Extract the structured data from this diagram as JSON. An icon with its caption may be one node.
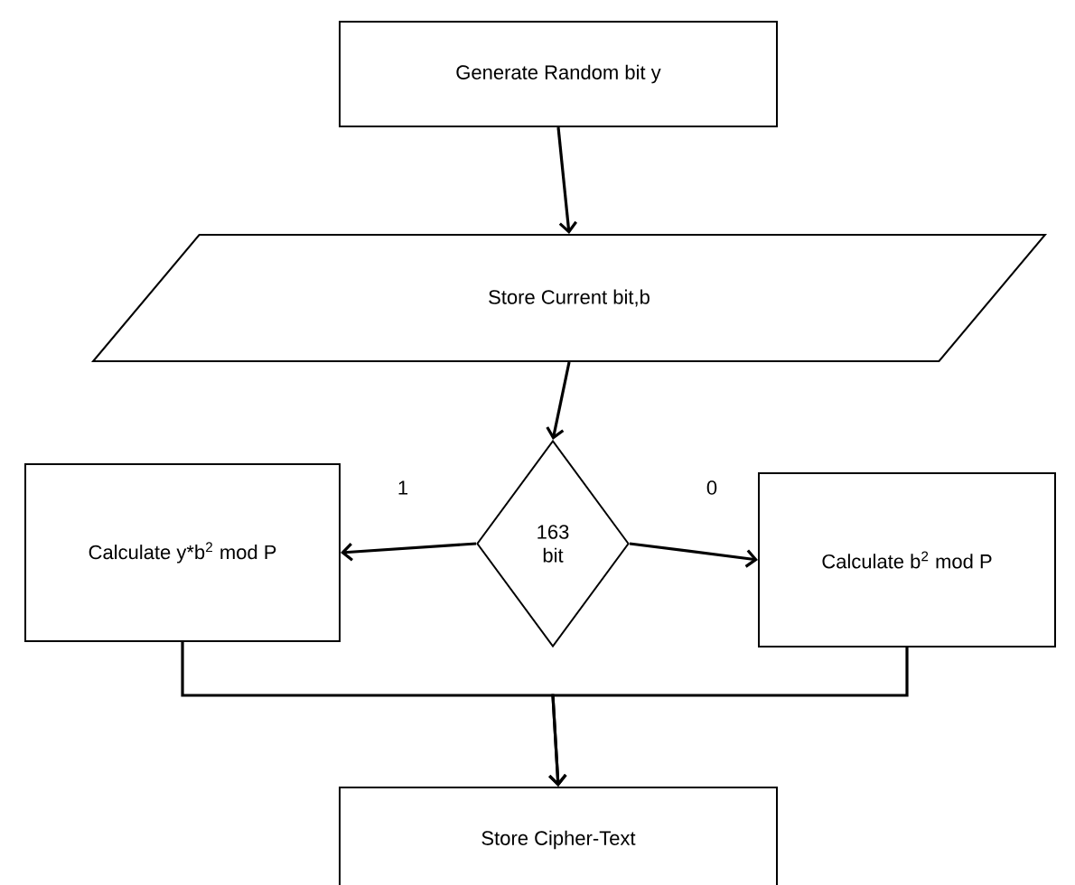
{
  "diagram": {
    "nodes": [
      {
        "text": [
          "Generate Random bit y"
        ]
      },
      {
        "text": [
          "Store Current bit,b"
        ]
      },
      {
        "text": [
          "163 bit"
        ]
      },
      {
        "text": [
          "Calculate y*b$^{2}$ mod P"
        ]
      },
      {
        "text": [
          "Calculate b$^{2}$ mod P"
        ]
      },
      {
        "text": [
          "Store Cipher-Text"
        ]
      }
    ],
    "edges": [
      {
        "from": 0,
        "to": 1,
        "arrow": "to"
      },
      {
        "from": 1,
        "to": 2,
        "arrow": "to"
      },
      {
        "from": 2,
        "to": 3,
        "arrow": "to",
        "label": "1"
      },
      {
        "from": 2,
        "to": 4,
        "arrow": "to",
        "label": "0"
      },
      {
        "from": 3,
        "to": 5,
        "arrow": "to"
      },
      {
        "from": 4,
        "to": 5,
        "arrow": "to"
      }
    ]
  }
}
